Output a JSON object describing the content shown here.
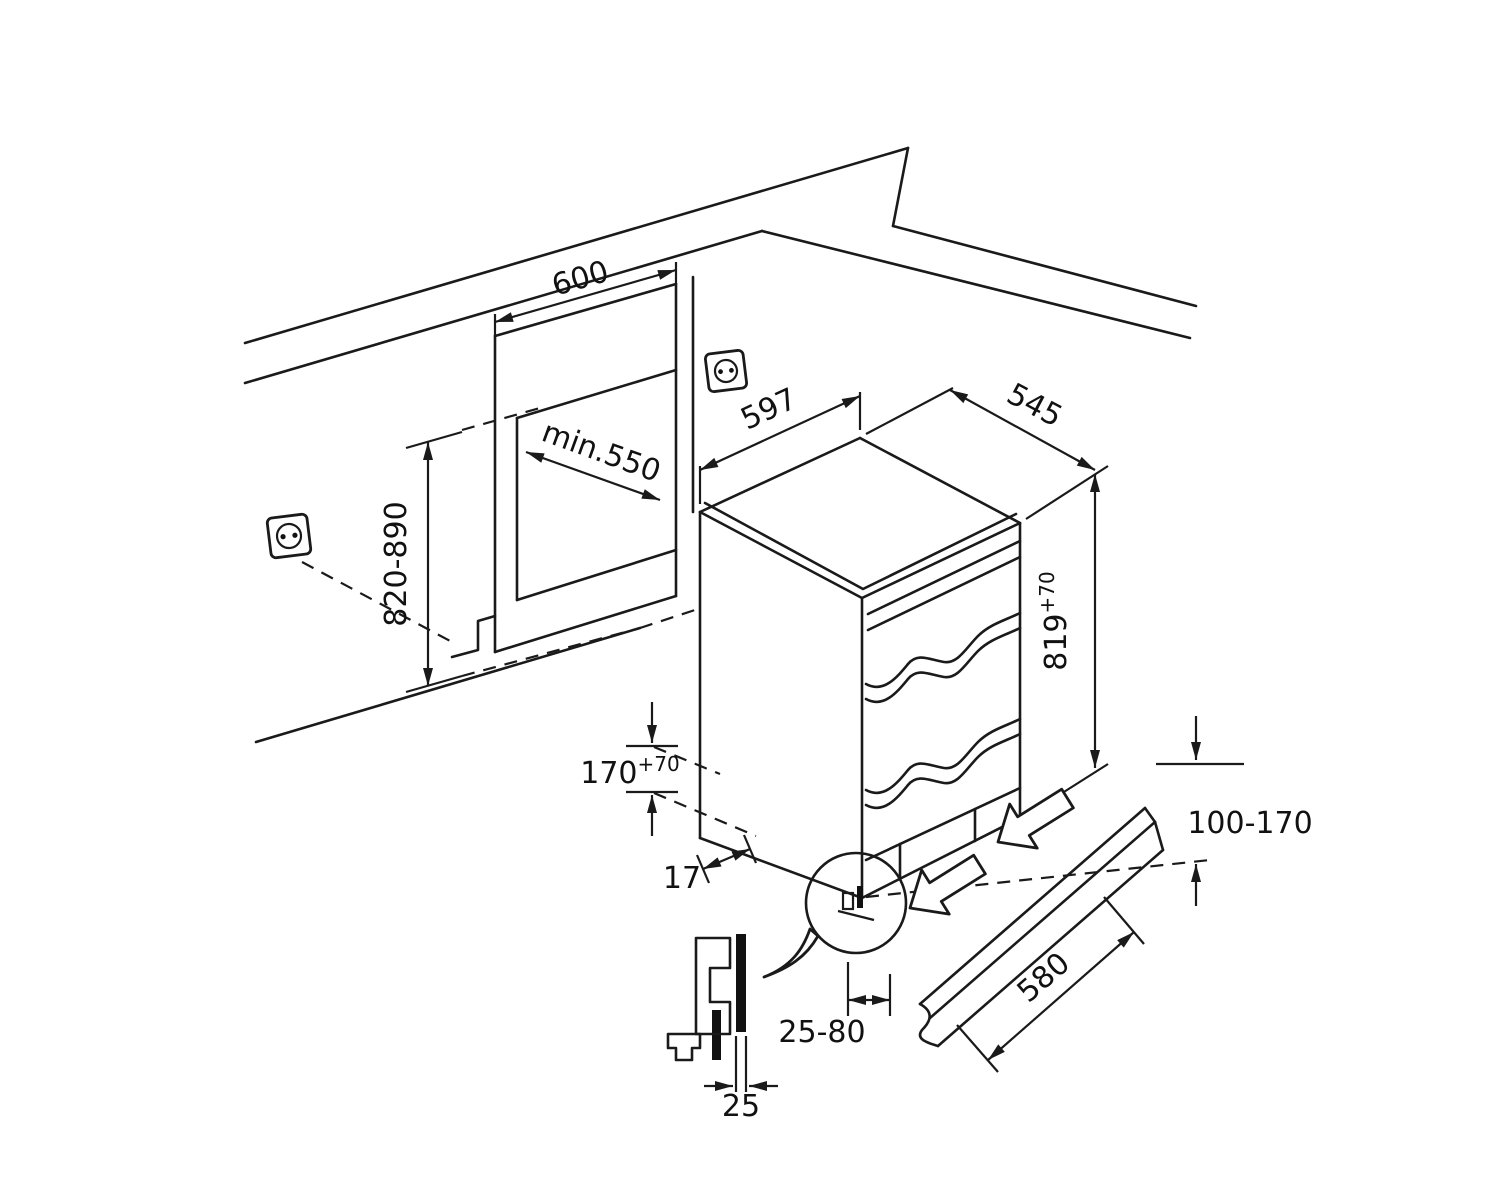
{
  "labels": {
    "niche_width": "600",
    "niche_depth": "min.550",
    "niche_height": "820-890",
    "appliance_width": "597",
    "appliance_depth": "545",
    "appliance_height": "819",
    "appliance_height_sup": "+70",
    "recess_height": "170",
    "recess_height_sup": "+70",
    "side_gap": "17",
    "plinth_height": "100-170",
    "plinth_length": "580",
    "plinth_inset": "25-80",
    "plinth_thickness": "25"
  },
  "colors": {
    "line": "#1a1a1a",
    "background": "#ffffff"
  }
}
